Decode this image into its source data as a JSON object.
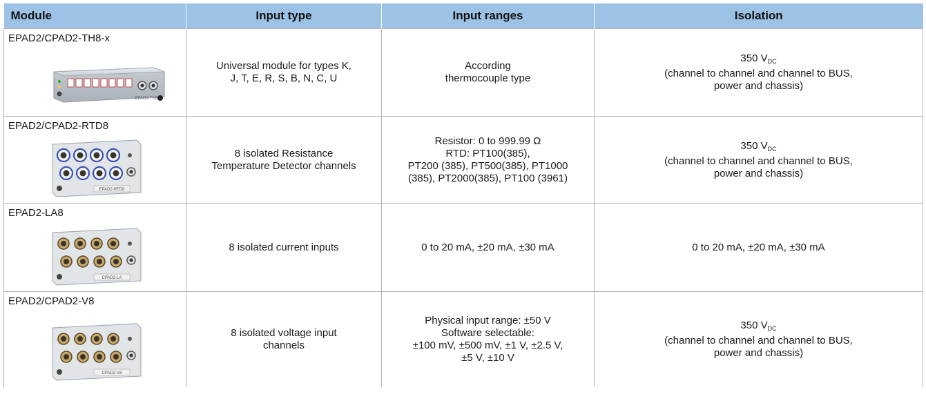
{
  "headers": {
    "module": "Module",
    "input_type": "Input type",
    "input_ranges": "Input ranges",
    "isolation": "Isolation"
  },
  "rows": [
    {
      "module": "EPAD2/CPAD2-TH8-x",
      "input_type": [
        "Universal module for types K,",
        "J, T, E, R, S, B, N, C, U"
      ],
      "input_ranges": [
        "According",
        "thermocouple type"
      ],
      "isolation": {
        "value": "350 V",
        "sub": "DC",
        "lines": [
          "(channel to channel and channel to BUS,",
          "power and chassis)"
        ]
      },
      "image_label": "EPAD2-TH8"
    },
    {
      "module": "EPAD2/CPAD2-RTD8",
      "input_type": [
        "8 isolated Resistance",
        "Temperature Detector channels"
      ],
      "input_ranges": [
        "Resistor: 0 to 999.99 Ω",
        "RTD: PT100(385),",
        "PT200 (385), PT500(385), PT1000",
        "(385), PT2000(385), PT100 (3961)"
      ],
      "isolation": {
        "value": "350 V",
        "sub": "DC",
        "lines": [
          "(channel to channel and channel to BUS,",
          "power and chassis)"
        ]
      },
      "image_label": "EPAD2-RTD8"
    },
    {
      "module": "EPAD2-LA8",
      "input_type": [
        "8 isolated current inputs"
      ],
      "input_ranges": [
        "0 to 20 mA, ±20 mA, ±30 mA"
      ],
      "isolation_text": "0 to 20 mA, ±20 mA, ±30 mA",
      "image_label": "CPAD2-LA"
    },
    {
      "module": "EPAD2/CPAD2-V8",
      "input_type": [
        "8 isolated voltage input",
        "channels"
      ],
      "input_ranges": [
        "Physical input range: ±50 V",
        "Software selectable:",
        "±100 mV, ±500 mV, ±1 V, ±2.5 V,",
        "±5 V, ±10 V"
      ],
      "isolation": {
        "value": "350 V",
        "sub": "DC",
        "lines": [
          "(channel to channel and channel to BUS,",
          "power and chassis)"
        ]
      },
      "image_label": "CPAD2-V8"
    }
  ],
  "colors": {
    "header_bg": "#9cc2e5",
    "grid": "#b3b3b3",
    "ring_blue": "#3a4fb0"
  }
}
